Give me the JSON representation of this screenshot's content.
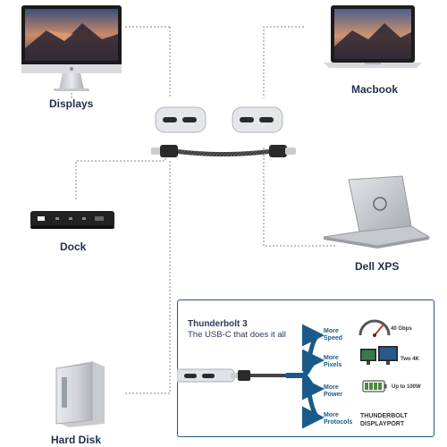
{
  "devices": {
    "displays": "Displays",
    "macbook": "Macbook",
    "dock": "Dock",
    "dell_xps": "Dell XPS",
    "hard_disk": "Hard Disk"
  },
  "info_box": {
    "title": "Thunderbolt 3",
    "subtitle": "The USB-C that does it all",
    "features": [
      {
        "label": "More\nSpeed",
        "stat": "40 Gbps"
      },
      {
        "label": "More\nPixels",
        "stat": "Two 4K"
      },
      {
        "label": "More\nPower",
        "stat": "Up to 100W"
      },
      {
        "label": "More\nProtocols",
        "stat": "THUNDERBOLT\nDISPLAYPORT"
      }
    ]
  },
  "colors": {
    "connector_line": "#8a8a8a",
    "box_border": "#1a5a8a",
    "arrow": "#1a5a8a",
    "label_text": "#1f2f4a"
  }
}
